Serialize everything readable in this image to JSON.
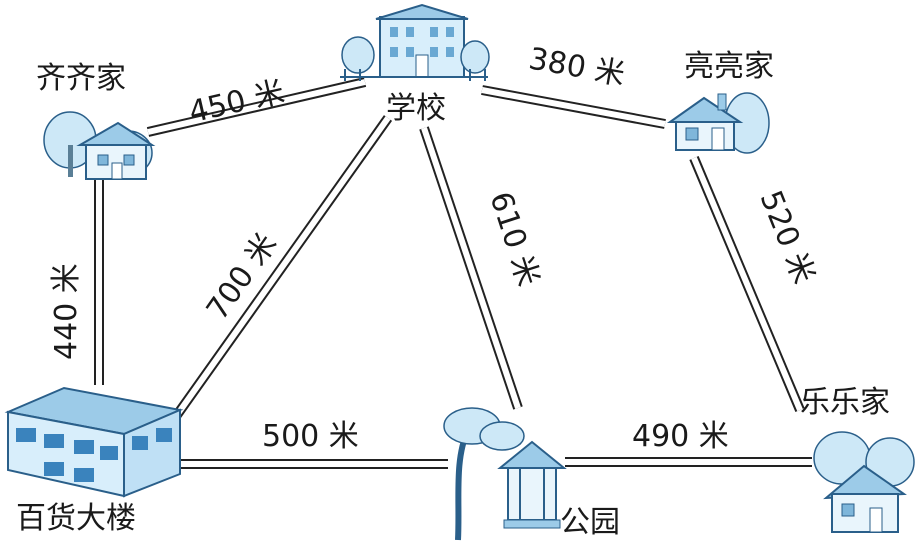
{
  "places": {
    "qiqi_home": "齐齐家",
    "school": "学校",
    "liangliang_home": "亮亮家",
    "department_store": "百货大楼",
    "park": "公园",
    "lele_home": "乐乐家"
  },
  "roads": {
    "qiqi_school": "450 米",
    "school_liangliang": "380 米",
    "qiqi_store": "440 米",
    "store_school": "700 米",
    "school_park": "610 米",
    "liangliang_lele": "520 米",
    "store_park": "500 米",
    "park_lele": "490 米"
  },
  "colors": {
    "road_edge": "#222222",
    "building_fill": "#bfe0f5",
    "building_stroke": "#2a5f8a",
    "tree_fill": "#cde8f7"
  },
  "icons": {
    "qiqi_home": "house-icon",
    "school": "school-building-icon",
    "liangliang_home": "house-icon",
    "department_store": "department-store-icon",
    "park": "pavilion-tree-icon",
    "lele_home": "house-icon"
  }
}
